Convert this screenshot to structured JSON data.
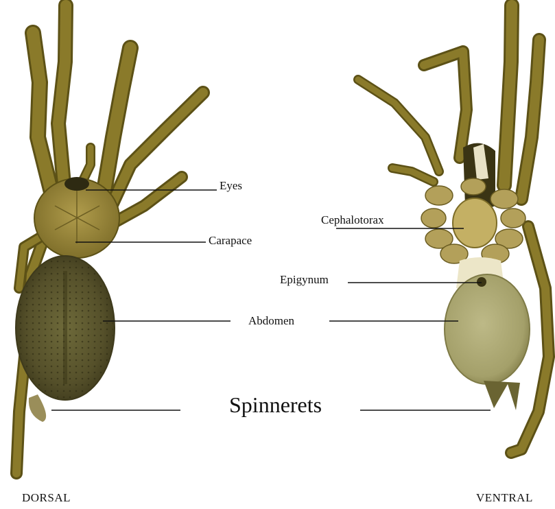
{
  "labels": {
    "eyes": "Eyes",
    "carapace": "Carapace",
    "cephalothorax": "Cephalotorax",
    "epigynum": "Epigynum",
    "abdomen": "Abdomen",
    "spinnerets": "Spinnerets"
  },
  "views": {
    "dorsal": "DORSAL",
    "ventral": "VENTRAL"
  },
  "colors": {
    "leg": "#8a7a2a",
    "leg_dark": "#5c5116",
    "carapace": "#9c8a3c",
    "abdomen_dorsal": "#5f5a2e",
    "abdomen_ventral": "#b1ad7a",
    "sternum": "#c4b064",
    "leader_line": "#111111"
  }
}
